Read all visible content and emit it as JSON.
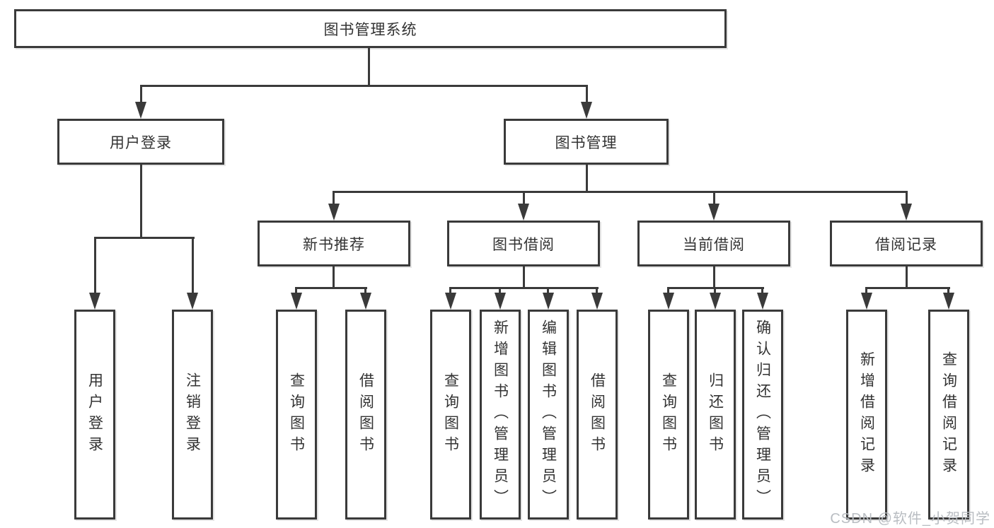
{
  "diagram": {
    "title": "图书管理系统",
    "level2": [
      {
        "label": "用户登录"
      },
      {
        "label": "图书管理"
      }
    ],
    "level3": [
      {
        "label": "新书推荐"
      },
      {
        "label": "图书借阅"
      },
      {
        "label": "当前借阅"
      },
      {
        "label": "借阅记录"
      }
    ],
    "leaves": {
      "login": [
        "用户登录",
        "注销登录"
      ],
      "recommend": [
        "查询图书",
        "借阅图书"
      ],
      "borrow": [
        "查询图书",
        "新增图书（管理员）",
        "编辑图书（管理员）",
        "借阅图书"
      ],
      "current": [
        "查询图书",
        "归还图书",
        "确认归还（管理员）"
      ],
      "records": [
        "新增借阅记录",
        "查询借阅记录"
      ]
    }
  },
  "watermark": "CSDN @软件_小贺同学",
  "colors": {
    "line": "#3a3a3a",
    "text": "#333333",
    "background": "#ffffff",
    "watermark_text": "#b9bdc2"
  }
}
